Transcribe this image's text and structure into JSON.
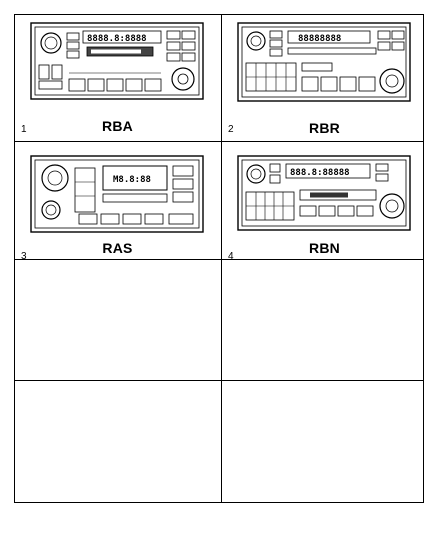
{
  "cells": [
    {
      "number": "1",
      "code": "RBA",
      "display": "8888.8:8888"
    },
    {
      "number": "2",
      "code": "RBR",
      "display": "88888888"
    },
    {
      "number": "3",
      "code": "RAS",
      "display": "M8.8:88"
    },
    {
      "number": "4",
      "code": "RBN",
      "display": "888.8:88888"
    }
  ]
}
